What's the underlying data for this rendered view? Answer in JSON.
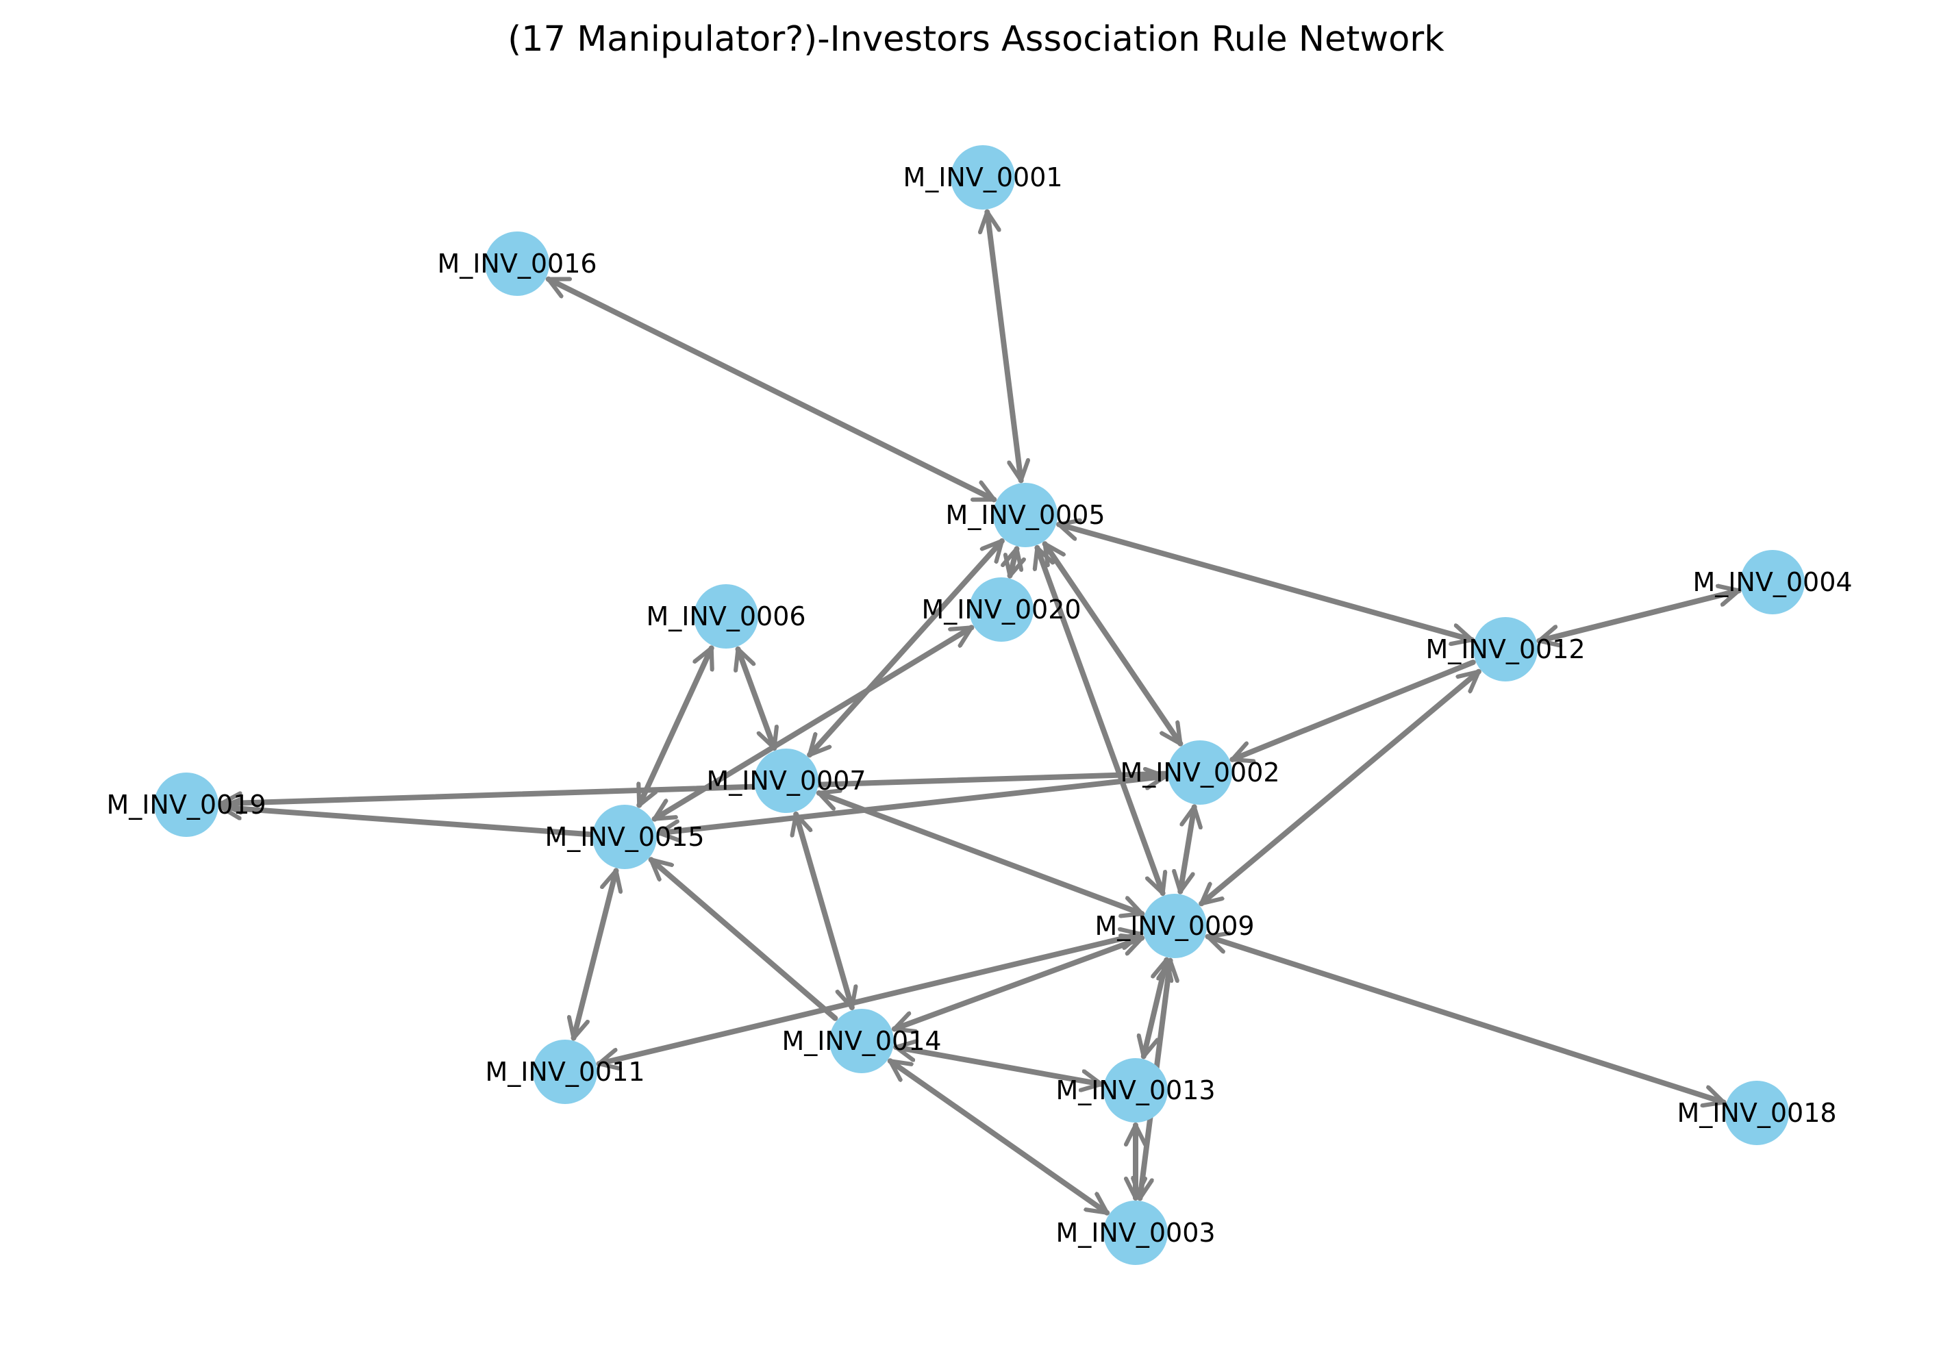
{
  "title": "(17 Manipulator?)-Investors Association Rule Network",
  "colors": {
    "node_fill": "#87CEEB",
    "edge": "#808080",
    "label": "#000000",
    "background": "#ffffff"
  },
  "nodes": [
    {
      "id": "M_INV_0001",
      "label": "M_INV_0001"
    },
    {
      "id": "M_INV_0016",
      "label": "M_INV_0016"
    },
    {
      "id": "M_INV_0005",
      "label": "M_INV_0005"
    },
    {
      "id": "M_INV_0004",
      "label": "M_INV_0004"
    },
    {
      "id": "M_INV_0006",
      "label": "M_INV_0006"
    },
    {
      "id": "M_INV_0020",
      "label": "M_INV_0020"
    },
    {
      "id": "M_INV_0012",
      "label": "M_INV_0012"
    },
    {
      "id": "M_INV_0007",
      "label": "M_INV_0007"
    },
    {
      "id": "M_INV_0002",
      "label": "M_INV_0002"
    },
    {
      "id": "M_INV_0019",
      "label": "M_INV_0019"
    },
    {
      "id": "M_INV_0015",
      "label": "M_INV_0015"
    },
    {
      "id": "M_INV_0009",
      "label": "M_INV_0009"
    },
    {
      "id": "M_INV_0014",
      "label": "M_INV_0014"
    },
    {
      "id": "M_INV_0011",
      "label": "M_INV_0011"
    },
    {
      "id": "M_INV_0013",
      "label": "M_INV_0013"
    },
    {
      "id": "M_INV_0018",
      "label": "M_INV_0018"
    },
    {
      "id": "M_INV_0003",
      "label": "M_INV_0003"
    }
  ],
  "edges": [
    {
      "source": "M_INV_0001",
      "target": "M_INV_0005",
      "bidirectional": true
    },
    {
      "source": "M_INV_0016",
      "target": "M_INV_0005",
      "bidirectional": true
    },
    {
      "source": "M_INV_0005",
      "target": "M_INV_0012",
      "bidirectional": true
    },
    {
      "source": "M_INV_0005",
      "target": "M_INV_0020",
      "bidirectional": true
    },
    {
      "source": "M_INV_0005",
      "target": "M_INV_0007",
      "bidirectional": true
    },
    {
      "source": "M_INV_0005",
      "target": "M_INV_0002",
      "bidirectional": true
    },
    {
      "source": "M_INV_0005",
      "target": "M_INV_0009",
      "bidirectional": true
    },
    {
      "source": "M_INV_0012",
      "target": "M_INV_0004",
      "bidirectional": true
    },
    {
      "source": "M_INV_0004",
      "target": "M_INV_0012",
      "bidirectional": true
    },
    {
      "source": "M_INV_0012",
      "target": "M_INV_0002",
      "bidirectional": false
    },
    {
      "source": "M_INV_0012",
      "target": "M_INV_0009",
      "bidirectional": true
    },
    {
      "source": "M_INV_0006",
      "target": "M_INV_0007",
      "bidirectional": true
    },
    {
      "source": "M_INV_0006",
      "target": "M_INV_0015",
      "bidirectional": true
    },
    {
      "source": "M_INV_0020",
      "target": "M_INV_0015",
      "bidirectional": true
    },
    {
      "source": "M_INV_0002",
      "target": "M_INV_0019",
      "bidirectional": false
    },
    {
      "source": "M_INV_0002",
      "target": "M_INV_0015",
      "bidirectional": true
    },
    {
      "source": "M_INV_0002",
      "target": "M_INV_0009",
      "bidirectional": true
    },
    {
      "source": "M_INV_0007",
      "target": "M_INV_0009",
      "bidirectional": true
    },
    {
      "source": "M_INV_0007",
      "target": "M_INV_0014",
      "bidirectional": true
    },
    {
      "source": "M_INV_0015",
      "target": "M_INV_0019",
      "bidirectional": false
    },
    {
      "source": "M_INV_0015",
      "target": "M_INV_0011",
      "bidirectional": true
    },
    {
      "source": "M_INV_0014",
      "target": "M_INV_0015",
      "bidirectional": false
    },
    {
      "source": "M_INV_0009",
      "target": "M_INV_0011",
      "bidirectional": true
    },
    {
      "source": "M_INV_0009",
      "target": "M_INV_0014",
      "bidirectional": true
    },
    {
      "source": "M_INV_0009",
      "target": "M_INV_0013",
      "bidirectional": true
    },
    {
      "source": "M_INV_0009",
      "target": "M_INV_0003",
      "bidirectional": true
    },
    {
      "source": "M_INV_0009",
      "target": "M_INV_0018",
      "bidirectional": true
    },
    {
      "source": "M_INV_0014",
      "target": "M_INV_0013",
      "bidirectional": true
    },
    {
      "source": "M_INV_0014",
      "target": "M_INV_0003",
      "bidirectional": true
    },
    {
      "source": "M_INV_0013",
      "target": "M_INV_0003",
      "bidirectional": true
    }
  ]
}
